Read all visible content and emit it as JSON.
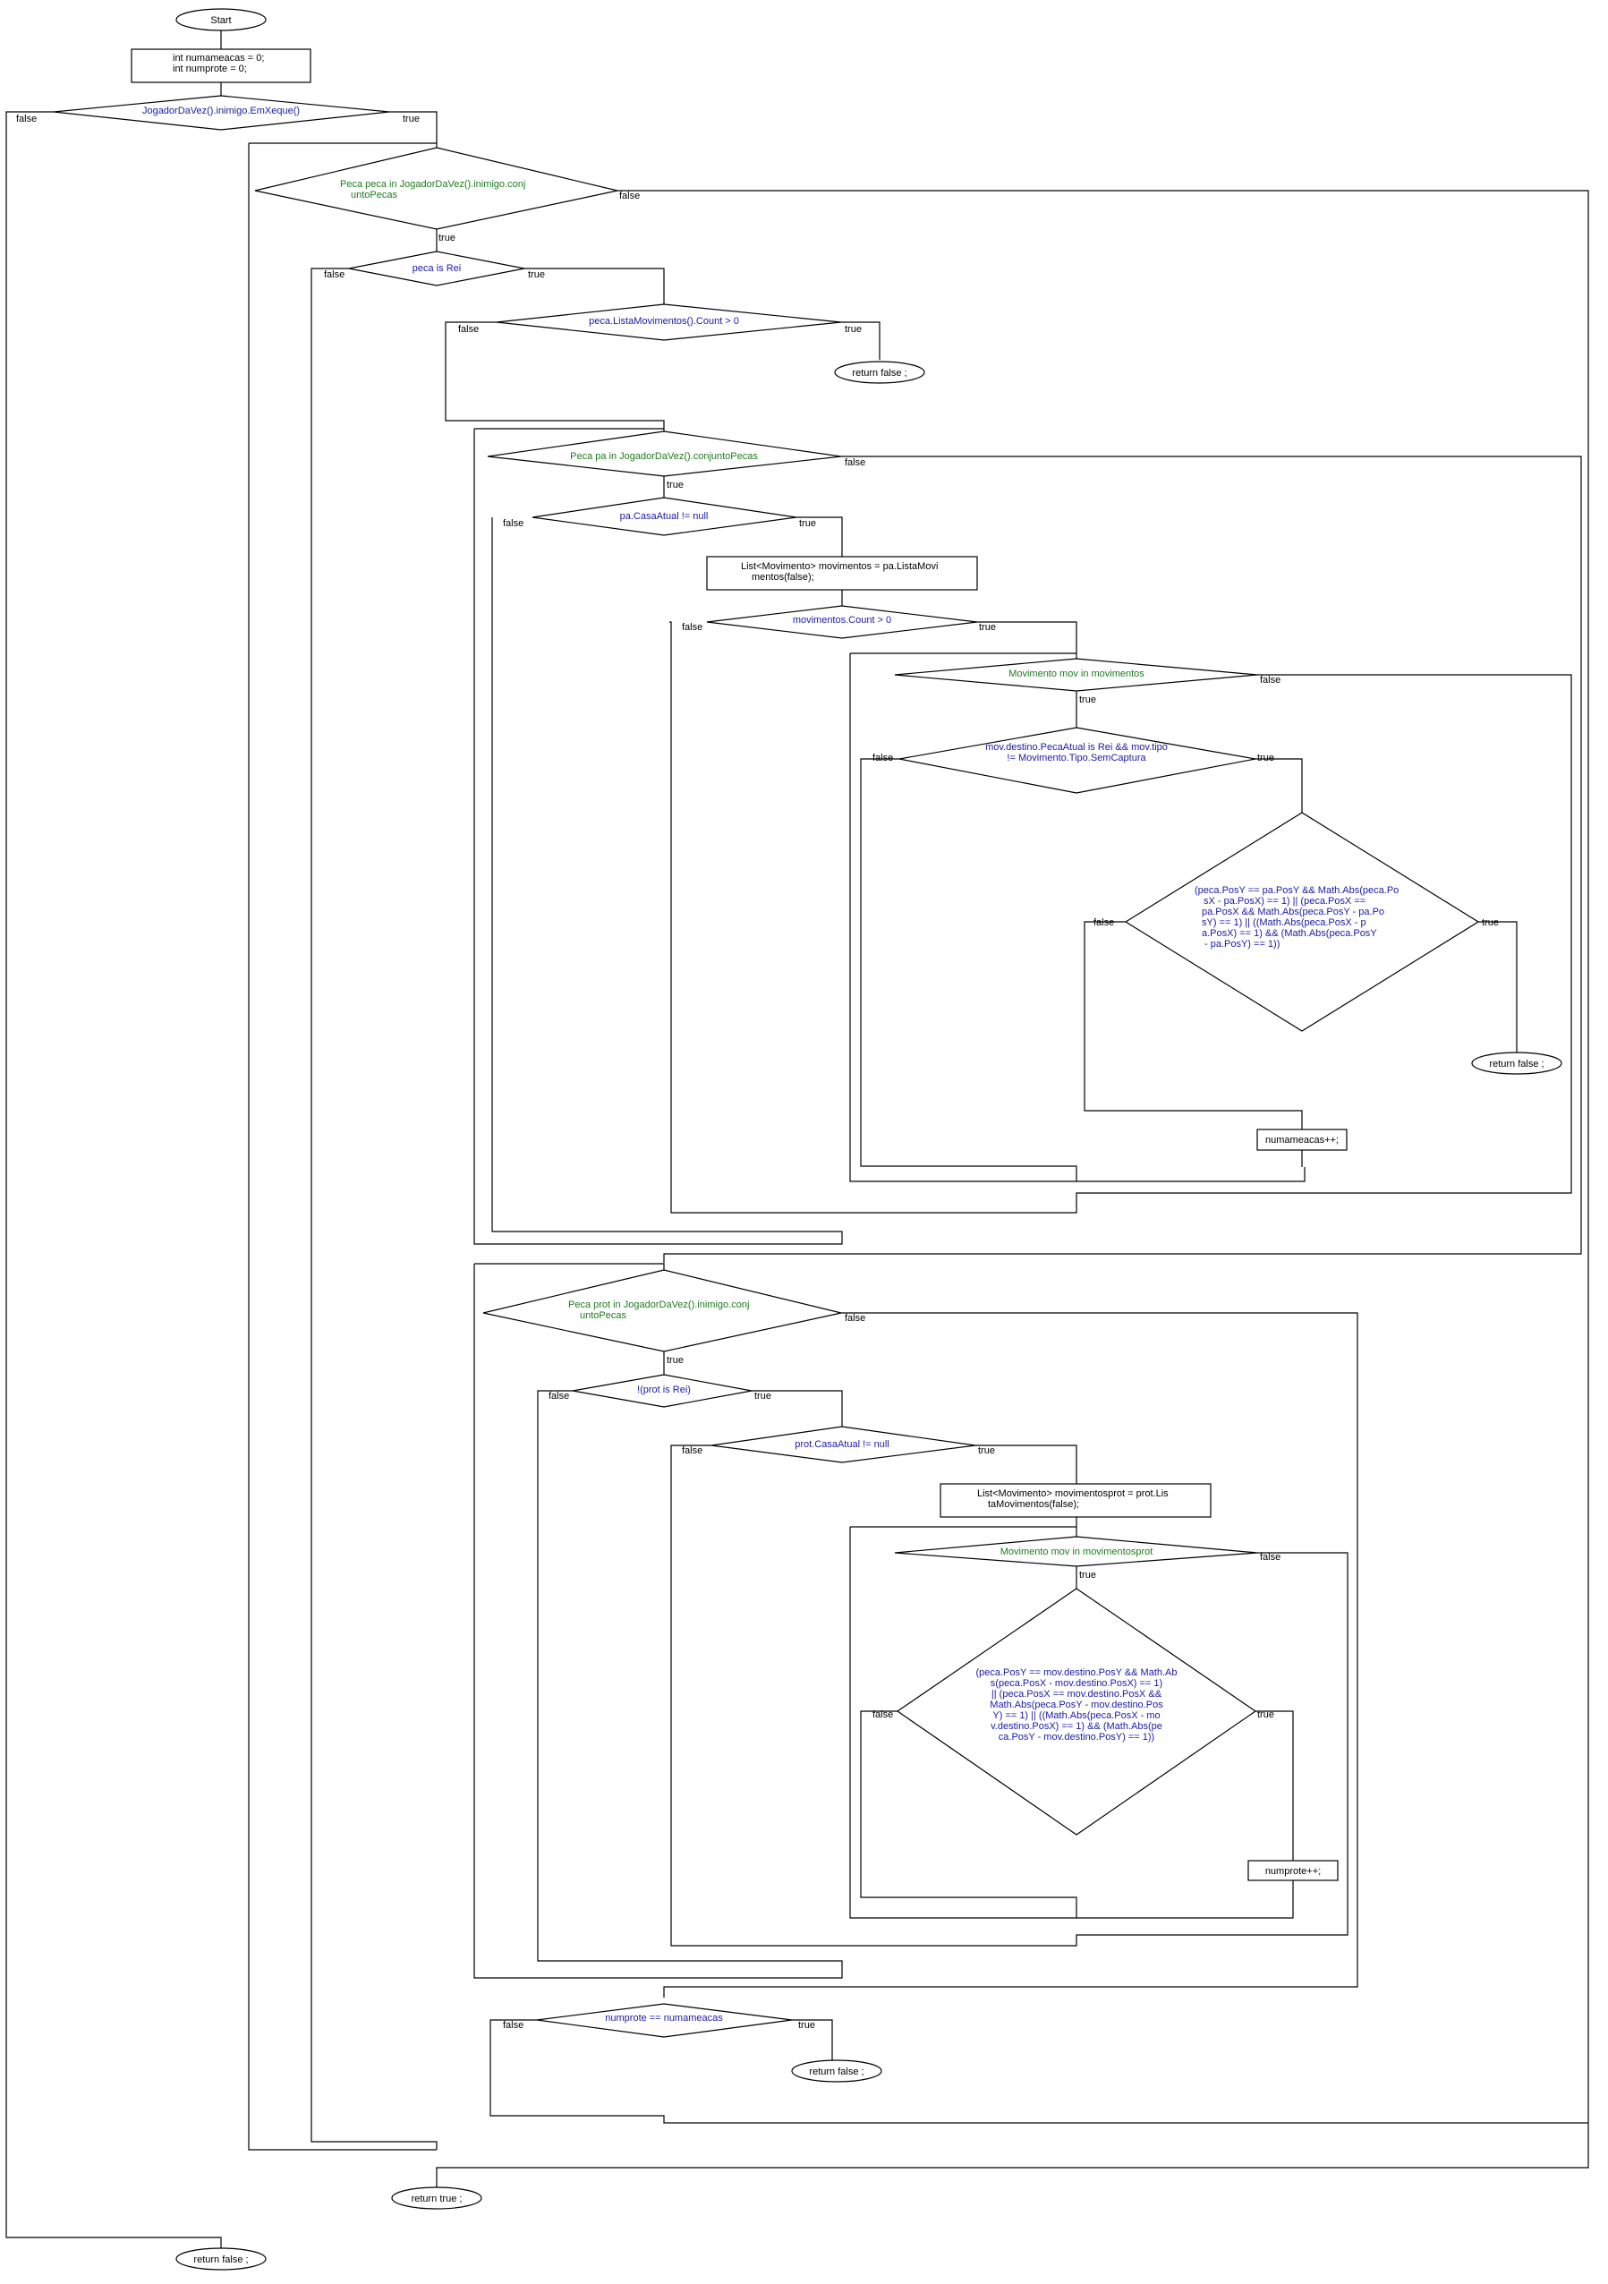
{
  "colors": {
    "condition": "#1a1aa8",
    "loop": "#1f7a1f",
    "statement": "#000000",
    "line": "#000000",
    "background": "#ffffff"
  },
  "terminals": {
    "start": "Start",
    "return_true": "return  true ;",
    "return_false": "return  false ;"
  },
  "labels": {
    "yes": "true",
    "no": "false"
  },
  "statements": {
    "init": [
      "int numameacas = 0;",
      "int numprote = 0;"
    ],
    "list_mov": [
      "List<Movimento> movimentos = pa.ListaMovi",
      "mentos(false);"
    ],
    "inc_ameacas": "numameacas++;",
    "list_prot": [
      "List<Movimento> movimentosprot = prot.Lis",
      "taMovimentos(false);"
    ],
    "inc_prote": "numprote++;"
  },
  "conditions": {
    "em_xeque": "JogadorDaVez().inimigo.EmXeque()",
    "peca_rei": "peca is Rei",
    "lista_count": "peca.ListaMovimentos().Count > 0",
    "casa_atual": "pa.CasaAtual != null",
    "mov_count": "movimentos.Count > 0",
    "rei_captura": [
      "mov.destino.PecaAtual is Rei && mov.tipo",
      "!= Movimento.Tipo.SemCaptura"
    ],
    "adjacente_1": [
      "(peca.PosY == pa.PosY && Math.Abs(peca.Po",
      "sX - pa.PosX) == 1) || (peca.PosX ==",
      "pa.PosX && Math.Abs(peca.PosY - pa.Po",
      "sY) == 1) || ((Math.Abs(peca.PosX - p",
      "a.PosX) == 1) && (Math.Abs(peca.PosY",
      "- pa.PosY) == 1))"
    ],
    "not_rei": "!(prot is Rei)",
    "prot_casa": "prot.CasaAtual != null",
    "adjacente_2": [
      "(peca.PosY == mov.destino.PosY && Math.Ab",
      "s(peca.PosX - mov.destino.PosX) == 1)",
      "|| (peca.PosX == mov.destino.PosX &&",
      "Math.Abs(peca.PosY - mov.destino.Pos",
      "Y) == 1) || ((Math.Abs(peca.PosX - mo",
      "v.destino.PosX) == 1) && (Math.Abs(pe",
      "ca.PosY - mov.destino.PosY) == 1))"
    ],
    "compare": "numprote == numameacas"
  },
  "loops": {
    "pecas_inimigo": [
      "Peca peca in  JogadorDaVez().inimigo.conj",
      "untoPecas"
    ],
    "pecas_jogador": "Peca pa in  JogadorDaVez().conjuntoPecas",
    "movimentos": "Movimento mov in  movimentos",
    "prot_inimigo": [
      "Peca prot in  JogadorDaVez().inimigo.conj",
      "untoPecas"
    ],
    "movimentosprot": "Movimento mov in  movimentosprot"
  }
}
